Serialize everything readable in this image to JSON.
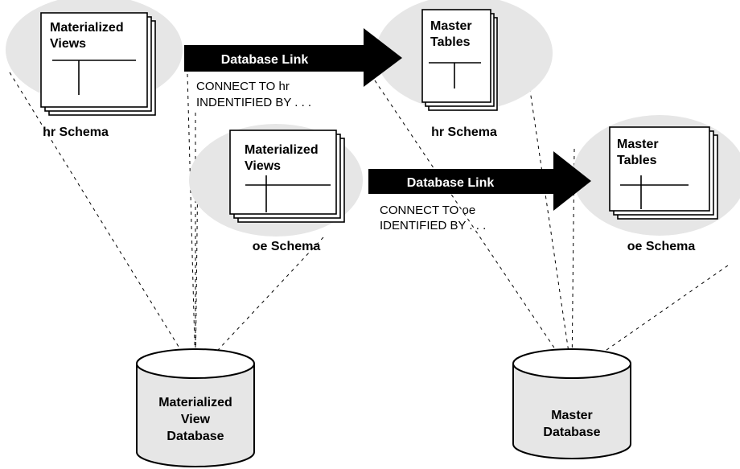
{
  "hr_materialized_views": {
    "line1": "Materialized",
    "line2": "Views"
  },
  "hr_master_tables": {
    "line1": "Master",
    "line2": "Tables"
  },
  "oe_materialized_views": {
    "line1": "Materialized",
    "line2": "Views"
  },
  "oe_master_tables": {
    "line1": "Master",
    "line2": "Tables"
  },
  "link_hr": {
    "label": "Database Link",
    "connect": "CONNECT TO hr",
    "identified": "INDENTIFIED BY . . ."
  },
  "link_oe": {
    "label": "Database Link",
    "connect": "CONNECT TO oe",
    "identified": "IDENTIFIED BY . . ."
  },
  "schemas": {
    "hr_left": "hr Schema",
    "hr_right": "hr Schema",
    "oe_left": "oe Schema",
    "oe_right": "oe Schema"
  },
  "mv_database": {
    "line1": "Materialized",
    "line2": "View",
    "line3": "Database"
  },
  "master_database": {
    "line1": "Master",
    "line2": "Database"
  }
}
